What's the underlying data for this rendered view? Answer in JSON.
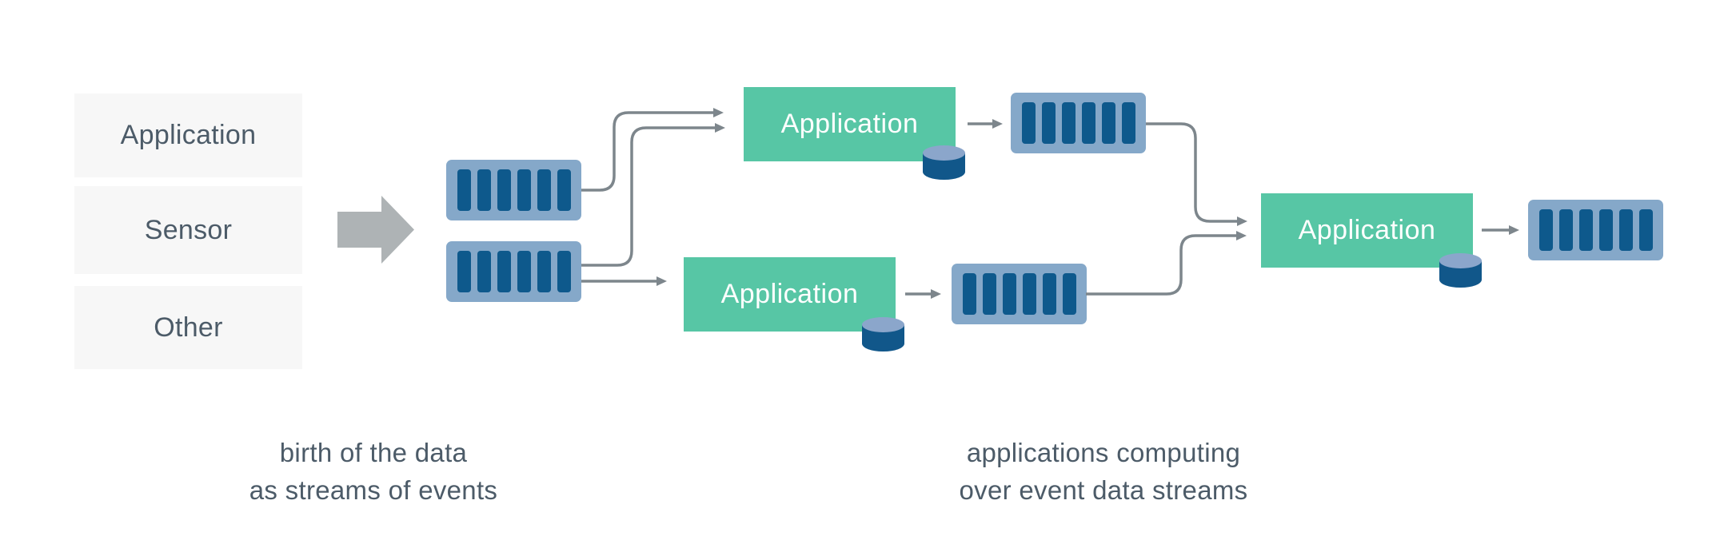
{
  "colors": {
    "background": "#ffffff",
    "source_box_bg": "#f7f7f7",
    "text_slate": "#4c5b68",
    "app_box_bg": "#57c6a5",
    "app_box_text": "#ffffff",
    "stream_container": "#85a8c9",
    "stream_bar": "#0e598c",
    "cylinder_body": "#11578a",
    "cylinder_top": "#8ba6cb",
    "connector": "#7d868c",
    "big_arrow": "#aeb3b5"
  },
  "sources": {
    "items": [
      {
        "label": "Application"
      },
      {
        "label": "Sensor"
      },
      {
        "label": "Other"
      }
    ]
  },
  "applications": [
    {
      "label": "Application"
    },
    {
      "label": "Application"
    },
    {
      "label": "Application"
    }
  ],
  "streams": {
    "icon": "event-stream-icon",
    "count": 5,
    "bars_per_stream": 6
  },
  "database_icon": "database-cylinder-icon",
  "big_arrow_icon": "big-flow-arrow-icon",
  "captions": {
    "left": {
      "line1": "birth of the data",
      "line2": "as streams of events"
    },
    "right": {
      "line1": "applications computing",
      "line2": "over event data streams"
    }
  }
}
